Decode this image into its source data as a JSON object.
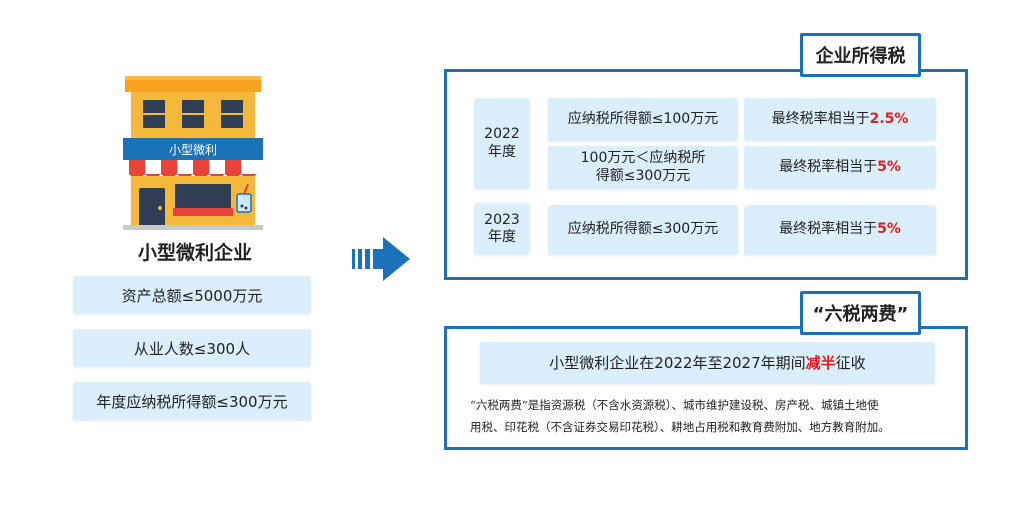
{
  "shop": {
    "sign_text": "小型微利",
    "title": "小型微利企业",
    "criteria": [
      "资产总额≤5000万元",
      "从业人数≤300人",
      "年度应纳税所得额≤300万元"
    ]
  },
  "cit": {
    "title": "企业所得税",
    "years": [
      "2022\n年度",
      "2023\n年度"
    ],
    "rows": [
      {
        "condition": "应纳税所得额≤100万元",
        "rate_label": "最终税率相当于",
        "rate": "2.5%"
      },
      {
        "condition": "100万元＜应纳税所\n得额≤300万元",
        "rate_label": "最终税率相当于",
        "rate": "5%"
      },
      {
        "condition": "应纳税所得额≤300万元",
        "rate_label": "最终税率相当于",
        "rate": "5%"
      }
    ]
  },
  "six": {
    "title": "“六税两费”",
    "headline_pre": "小型微利企业在2022年至2027年期间",
    "headline_em": "减半",
    "headline_post": "征收",
    "note_line1": "“六税两费”是指资源税（不含水资源税）、城市维护建设税、房产税、城镇土地使",
    "note_line2": "用税、印花税（不含证券交易印花税）、耕地占用税和教育费附加、地方教育附加。"
  },
  "colors": {
    "accent": "#1b72b8",
    "box": "#dbeefb",
    "highlight": "#e02020"
  }
}
